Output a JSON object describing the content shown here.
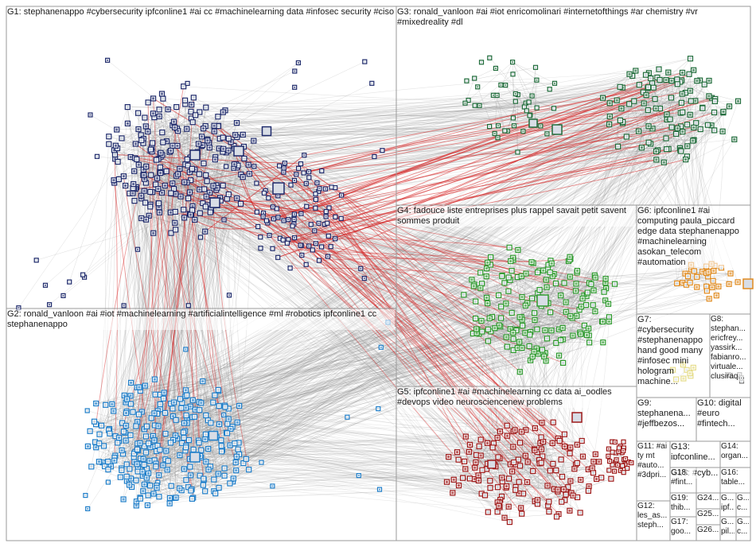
{
  "groups": [
    {
      "id": "G1",
      "label": "G1: stephanenappo #cybersecurity ipfconline1 #ai cc #machinelearning data #infosec security #ciso",
      "color": "#1e2a6b"
    },
    {
      "id": "G2",
      "label": "G2: ronald_vanloon #ai #iot #machinelearning #artificialintelligence #ml #robotics ipfconline1 cc stephanenappo",
      "color": "#1f7ec9"
    },
    {
      "id": "G3",
      "label": "G3: ronald_vanloon #ai #iot enricomolinari #internetofthings #ar chemistry #vr #mixedreality #dl",
      "color": "#1f6b3a"
    },
    {
      "id": "G4",
      "label": "G4: fadouce liste entreprises plus rappel savait petit savent sommes produit",
      "color": "#2e9a2e"
    },
    {
      "id": "G5",
      "label": "G5: ipfconline1 #ai #machinelearning cc data ai_oodles #devops video neurosciencenew problems",
      "color": "#9e1a1a"
    },
    {
      "id": "G6",
      "label": "G6: ipfconline1 #ai computing paula_piccard edge data stephanenappo #machinelearning asokan_telecom #automation",
      "color": "#e08a1e"
    },
    {
      "id": "G7",
      "label": "G7: #cybersecurity #stephanenappo hand good many #infosec mini hologram machine...",
      "color": "#c8b400"
    },
    {
      "id": "G8",
      "label": "G8: stephan... ericfrey... yassirk... fabianro... virtuale... clusiraq...",
      "color": "#7a7a7a"
    },
    {
      "id": "G9",
      "label": "G9: stephanena... #jeffbezos...",
      "color": "#6a2a8a"
    },
    {
      "id": "G10",
      "label": "G10: digital #euro #fintech...",
      "color": "#3a6ab0"
    },
    {
      "id": "G11",
      "label": "G11: #ai ty mt #auto... #3dpri...",
      "color": "#4a8a4a"
    },
    {
      "id": "G12",
      "label": "G12: les_as... steph...",
      "color": "#8a4a2a"
    },
    {
      "id": "G13",
      "label": "G13: ipfconline...",
      "color": "#2a2a8a"
    },
    {
      "id": "G14",
      "label": "G14: organ...",
      "color": "#8a2a6a"
    },
    {
      "id": "G15",
      "label": "G15: #cyb...",
      "color": "#2a8a8a"
    },
    {
      "id": "G16",
      "label": "G16: table...",
      "color": "#6a8a2a"
    },
    {
      "id": "G17",
      "label": "G17: goo...",
      "color": "#8a6a2a"
    },
    {
      "id": "G18",
      "label": "G18: #fint...",
      "color": "#2a6a8a"
    },
    {
      "id": "G19",
      "label": "G19: thib...",
      "color": "#a03030"
    },
    {
      "id": "G24",
      "label": "G24...",
      "color": "#3060a0"
    },
    {
      "id": "G25",
      "label": "G25...",
      "color": "#40a040"
    },
    {
      "id": "G26",
      "label": "G26...",
      "color": "#a060a0"
    },
    {
      "id": "G-a",
      "label": "G... ipf...",
      "color": "#606060"
    },
    {
      "id": "G-b",
      "label": "G... c...",
      "color": "#606060"
    },
    {
      "id": "G-c",
      "label": "G... pil...",
      "color": "#606060"
    },
    {
      "id": "G-d",
      "label": "G... c...",
      "color": "#606060"
    }
  ],
  "colors": {
    "edge_gray": "#8a8a8a",
    "edge_red": "#d42020",
    "box_border": "#9a9a9a",
    "background": "#ffffff"
  }
}
